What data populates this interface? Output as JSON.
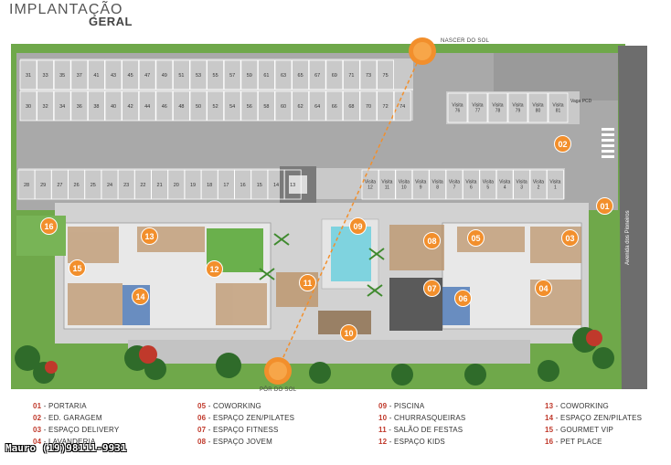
{
  "header": {
    "title_line1": "IMPLANTAÇÃO",
    "title_line2": "GERAL"
  },
  "sun": {
    "rise": "NASCER DO SOL",
    "set": "PÔR DO SOL"
  },
  "street": "Avenida dos Pioneiros",
  "parking": {
    "row_top": [
      "31",
      "33",
      "35",
      "37",
      "41",
      "43",
      "45",
      "47",
      "49",
      "51",
      "53",
      "55",
      "57",
      "59",
      "61",
      "63",
      "65",
      "67",
      "69",
      "71",
      "73",
      "75"
    ],
    "row_mid": [
      "30",
      "32",
      "34",
      "36",
      "38",
      "40",
      "42",
      "44",
      "46",
      "48",
      "50",
      "52",
      "54",
      "56",
      "58",
      "60",
      "62",
      "64",
      "66",
      "68",
      "70",
      "72",
      "74"
    ],
    "row_bottom": [
      "28",
      "29",
      "27",
      "26",
      "25",
      "24",
      "23",
      "22",
      "21",
      "20",
      "19",
      "18",
      "17",
      "16",
      "15",
      "14",
      "13"
    ],
    "visita_bottom": [
      "Visita 12",
      "Visita 11",
      "Visita 10",
      "Visita 9",
      "Visita 8",
      "Visita 7",
      "Visita 6",
      "Visita 5",
      "Visita 4",
      "Visita 3",
      "Visita 2",
      "Visita 1"
    ],
    "visita_top": [
      "Visita 76",
      "Visita 77",
      "Visita 78",
      "Visita 79",
      "Visita 80",
      "Visita 81"
    ],
    "pcd": "Vaga PCD"
  },
  "spots": [
    "01",
    "02",
    "03",
    "04",
    "05",
    "06",
    "07",
    "08",
    "09",
    "10",
    "11",
    "12",
    "13",
    "14",
    "15",
    "16"
  ],
  "legend": {
    "col1": [
      {
        "n": "01",
        "t": "PORTARIA"
      },
      {
        "n": "02",
        "t": "ED. GARAGEM"
      },
      {
        "n": "03",
        "t": "ESPAÇO DELIVERY"
      },
      {
        "n": "04",
        "t": "LAVANDERIA"
      }
    ],
    "col2": [
      {
        "n": "05",
        "t": "COWORKING"
      },
      {
        "n": "06",
        "t": "ESPAÇO ZEN/PILATES"
      },
      {
        "n": "07",
        "t": "ESPAÇO FITNESS"
      },
      {
        "n": "08",
        "t": "ESPAÇO JOVEM"
      }
    ],
    "col3": [
      {
        "n": "09",
        "t": "PISCINA"
      },
      {
        "n": "10",
        "t": "CHURRASQUEIRAS"
      },
      {
        "n": "11",
        "t": "SALÃO DE FESTAS"
      },
      {
        "n": "12",
        "t": "ESPAÇO KIDS"
      }
    ],
    "col4": [
      {
        "n": "13",
        "t": "COWORKING"
      },
      {
        "n": "14",
        "t": "ESPAÇO ZEN/PILATES"
      },
      {
        "n": "15",
        "t": "GOURMET VIP"
      },
      {
        "n": "16",
        "t": "PET PLACE"
      }
    ]
  },
  "watermark": "Mauro (19)98111-9931",
  "colors": {
    "asphalt": "#a9a9a9",
    "grass": "#6fa84a",
    "paving": "#cfcfcf",
    "accent": "#f28f2c",
    "legend_num": "#c0392b"
  }
}
